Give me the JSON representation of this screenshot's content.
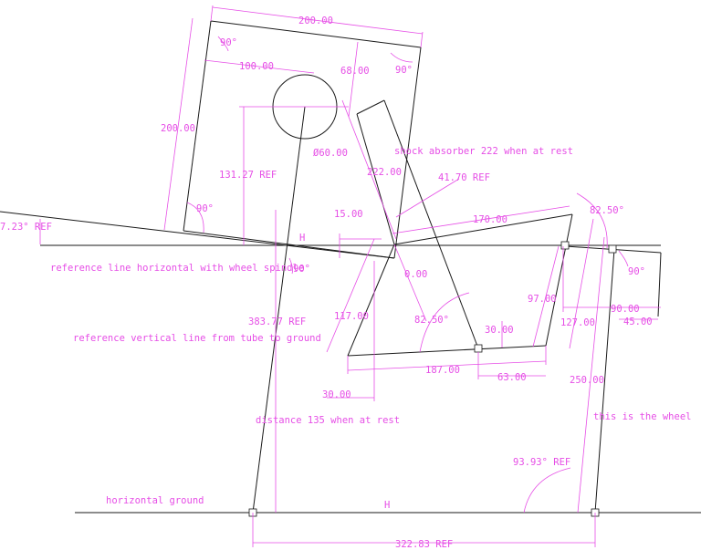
{
  "dimensions": {
    "top_width": "200.00",
    "top_left_angle": "90°",
    "top_right_angle": "90°",
    "circle_offset": "100.00",
    "circle_drop": "68.00",
    "left_height": "200.00",
    "circle_diameter": "Ø60.00",
    "height_ref": "131.27 REF",
    "lower_left_angle": "90°",
    "tilt_angle": "7.23° REF",
    "shock_length": "222.00",
    "shock_angle_ref": "41.70 REF",
    "small_rise": "15.00",
    "link_length": "170.00",
    "link_angle": "82.50°",
    "spindle_angle": "90°",
    "wheel_angle": "90°",
    "wheel_offset_1": "90.00",
    "wheel_offset_2": "45.00",
    "zero": "0.00",
    "swing_height": "117.00",
    "lower_angle": "82.50°",
    "arm_height": "97.00",
    "arm_height_2": "127.00",
    "small_offset": "30.00",
    "bottom_length": "187.00",
    "bottom_segment": "63.00",
    "left_offset": "30.00",
    "vertical_ref": "383.77 REF",
    "wheel_height": "250.00",
    "wheel_ground_angle": "93.93° REF",
    "ground_span": "322.83 REF",
    "h_mark_upper": "H",
    "h_mark_lower": "H"
  },
  "notes": {
    "shock_absorber": "shock absorber 222 when at rest",
    "reference_horizontal": "reference line horizontal with wheel spindle",
    "reference_vertical": "reference vertical line from tube to ground",
    "distance": "distance 135 when at rest",
    "wheel": "this is the wheel",
    "ground": "horizontal ground"
  },
  "colors": {
    "geometry": "#1a1a1a",
    "dimension": "#e64ee6"
  }
}
